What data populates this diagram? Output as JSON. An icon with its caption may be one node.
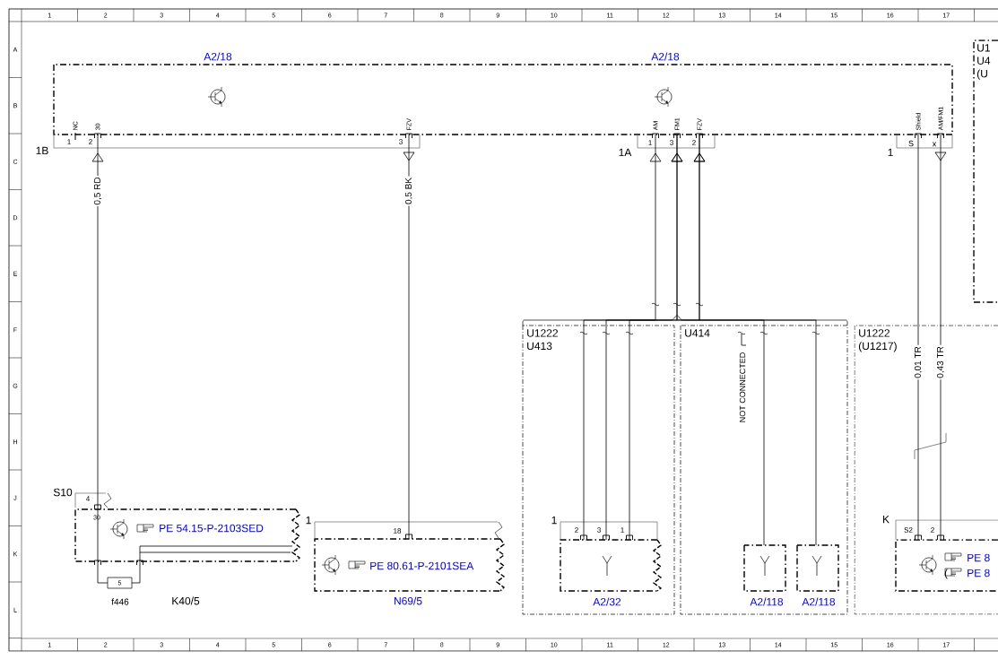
{
  "diagram": {
    "nodes": [
      {
        "text": [
          "A2/18",
          "A2/18"
        ]
      },
      {
        "text": [
          "PE 54.15-P-2103SED"
        ]
      },
      {
        "text": [
          "PE 80.61-P-2101SEA",
          "N69/5"
        ]
      },
      {
        "text": [
          "U1222 U413"
        ]
      },
      {
        "text": [
          "A2/32"
        ],
        "in": 3
      },
      {
        "text": [
          "U414"
        ]
      },
      {
        "text": [
          "A2/118"
        ],
        "in": 5
      },
      {
        "text": [
          "A2/118"
        ],
        "in": 5
      },
      {
        "text": [
          "U1222 (U1217)"
        ]
      },
      {
        "text": [
          "PE 8",
          "PE 8"
        ],
        "in": 8
      },
      {
        "text": [
          "U1 U4 (U"
        ]
      },
      {
        "text": [
          "5",
          "f446"
        ]
      }
    ],
    "edges": [
      {
        "from": 1,
        "to": 0,
        "arrow": "to",
        "label": "0,5 RD"
      },
      {
        "from": 0,
        "to": 2,
        "arrow": "to",
        "label": "0,5 BK"
      },
      {
        "from": 4,
        "to": 0,
        "arrow": "to"
      },
      {
        "from": 4,
        "to": 0,
        "arrow": "to"
      },
      {
        "from": 4,
        "to": 0,
        "arrow": "to"
      },
      {
        "from": 6,
        "to": 0,
        "arrow": "to"
      },
      {
        "from": 7,
        "to": 0,
        "arrow": "to"
      },
      {
        "from": 0,
        "to": 9,
        "arrow": "none",
        "label": "0,01 TR"
      },
      {
        "from": 0,
        "to": 9,
        "arrow": "to",
        "label": "0,43 TR"
      },
      {
        "from": 11,
        "to": 1,
        "arrow": "none"
      },
      {
        "from": 11,
        "to": 1,
        "arrow": "none"
      }
    ],
    "labels": [
      "1",
      "2",
      "3",
      "4",
      "5",
      "6",
      "7",
      "8",
      "9",
      "10",
      "11",
      "12",
      "13",
      "14",
      "15",
      "16",
      "17",
      "A",
      "B",
      "C",
      "D",
      "E",
      "F",
      "G",
      "H",
      "J",
      "K",
      "L",
      "1",
      "2",
      "3",
      "4",
      "5",
      "6",
      "7",
      "8",
      "9",
      "10",
      "11",
      "12",
      "13",
      "14",
      "15",
      "16",
      "17",
      "1B",
      "NC",
      "30",
      "1",
      "2",
      "FZV",
      "3",
      "AM",
      "FM1",
      "FZV",
      "1A",
      "1",
      "3",
      "2",
      "Shield",
      "AM/FM1",
      "1",
      "S",
      "x",
      "NOT CONNECTED",
      "S10",
      "4",
      "30",
      "1",
      "18",
      "1",
      "2",
      "3",
      "1",
      "K",
      "S2",
      "2",
      "(",
      "K40/5"
    ]
  }
}
